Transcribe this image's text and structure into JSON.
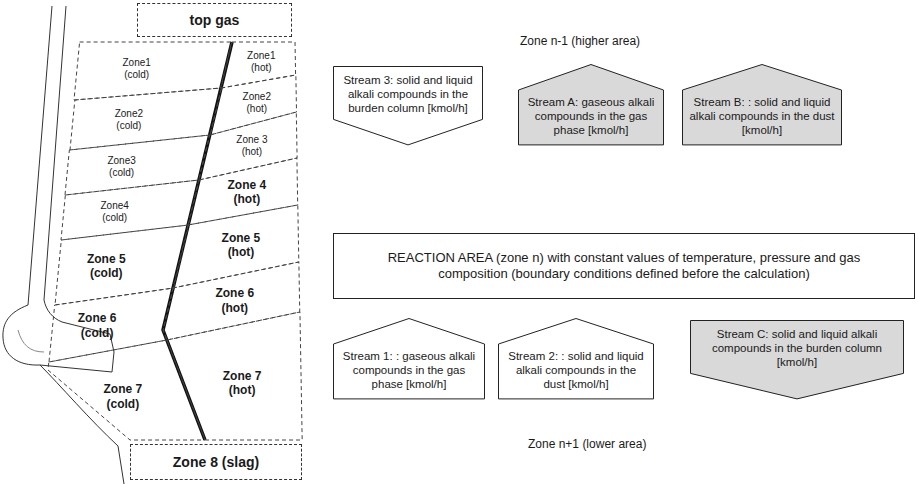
{
  "diagram": {
    "nodes": [
      {
        "text": [
          "top gas"
        ]
      },
      {
        "text": [
          "Zone1 (cold)"
        ]
      },
      {
        "text": [
          "Zone1 (hot)"
        ]
      },
      {
        "text": [
          "Zone2 (cold)"
        ]
      },
      {
        "text": [
          "Zone2 (hot)"
        ]
      },
      {
        "text": [
          "Zone3 (cold)"
        ]
      },
      {
        "text": [
          "Zone 3 (hot)"
        ]
      },
      {
        "text": [
          "Zone4 (cold)"
        ]
      },
      {
        "text": [
          "Zone 4 (hot)"
        ]
      },
      {
        "text": [
          "Zone 5 (cold)"
        ]
      },
      {
        "text": [
          "Zone 5 (hot)"
        ]
      },
      {
        "text": [
          "Zone 6 (cold)"
        ]
      },
      {
        "text": [
          "Zone 6 (hot)"
        ]
      },
      {
        "text": [
          "Zone 7 (cold)"
        ]
      },
      {
        "text": [
          "Zone 7 (hot)"
        ]
      },
      {
        "text": [
          "Zone 8 (slag)"
        ]
      },
      {
        "text": [
          "Stream 3: solid and liquid alkali compounds in the burden column [kmol/h]"
        ]
      },
      {
        "text": [
          "Stream A: gaseous alkali compounds in the gas phase [kmol/h]"
        ]
      },
      {
        "text": [
          "Stream B: : solid and liquid alkali compounds in the dust [kmol/h]"
        ]
      },
      {
        "text": [
          "REACTION AREA (zone n) with constant values of temperature, pressure and gas composition (boundary conditions defined before the calculation)"
        ]
      },
      {
        "text": [
          "Stream 1: : gaseous alkali compounds in the gas phase [kmol/h]"
        ]
      },
      {
        "text": [
          "Stream 2: : solid and liquid alkali compounds in the dust [kmol/h]"
        ]
      },
      {
        "text": [
          "Stream C: solid and liquid alkali compounds in the burden column [kmol/h]"
        ]
      }
    ],
    "labels": [
      "Zone n-1 (higher area)",
      "Zone n+1 (lower area)"
    ]
  }
}
